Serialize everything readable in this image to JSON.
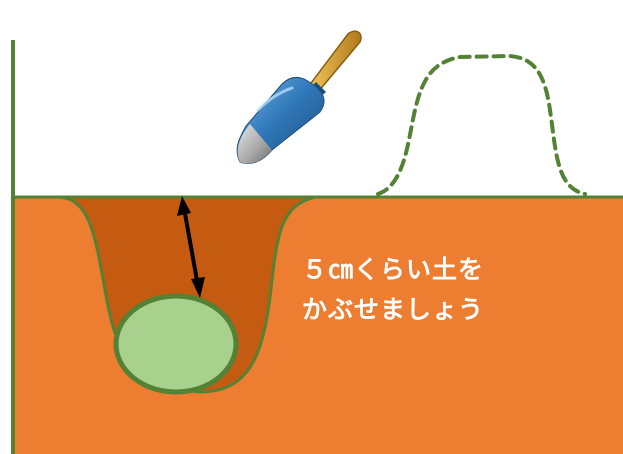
{
  "instruction": {
    "line1": "５㎝くらい土を",
    "line2": "かぶせましょう"
  },
  "colors": {
    "soil": "#ed7d31",
    "hole_fill": "#c55a11",
    "outline_green": "#548235",
    "seed_potato": "#a9d18e",
    "arrow": "#000000",
    "trowel_blade": "#2e75b6",
    "trowel_handle": "#d4a237"
  },
  "icons": {
    "tool": "trowel-icon",
    "mound": "mound-outline",
    "seed": "seed-potato",
    "depth": "double-arrow"
  }
}
